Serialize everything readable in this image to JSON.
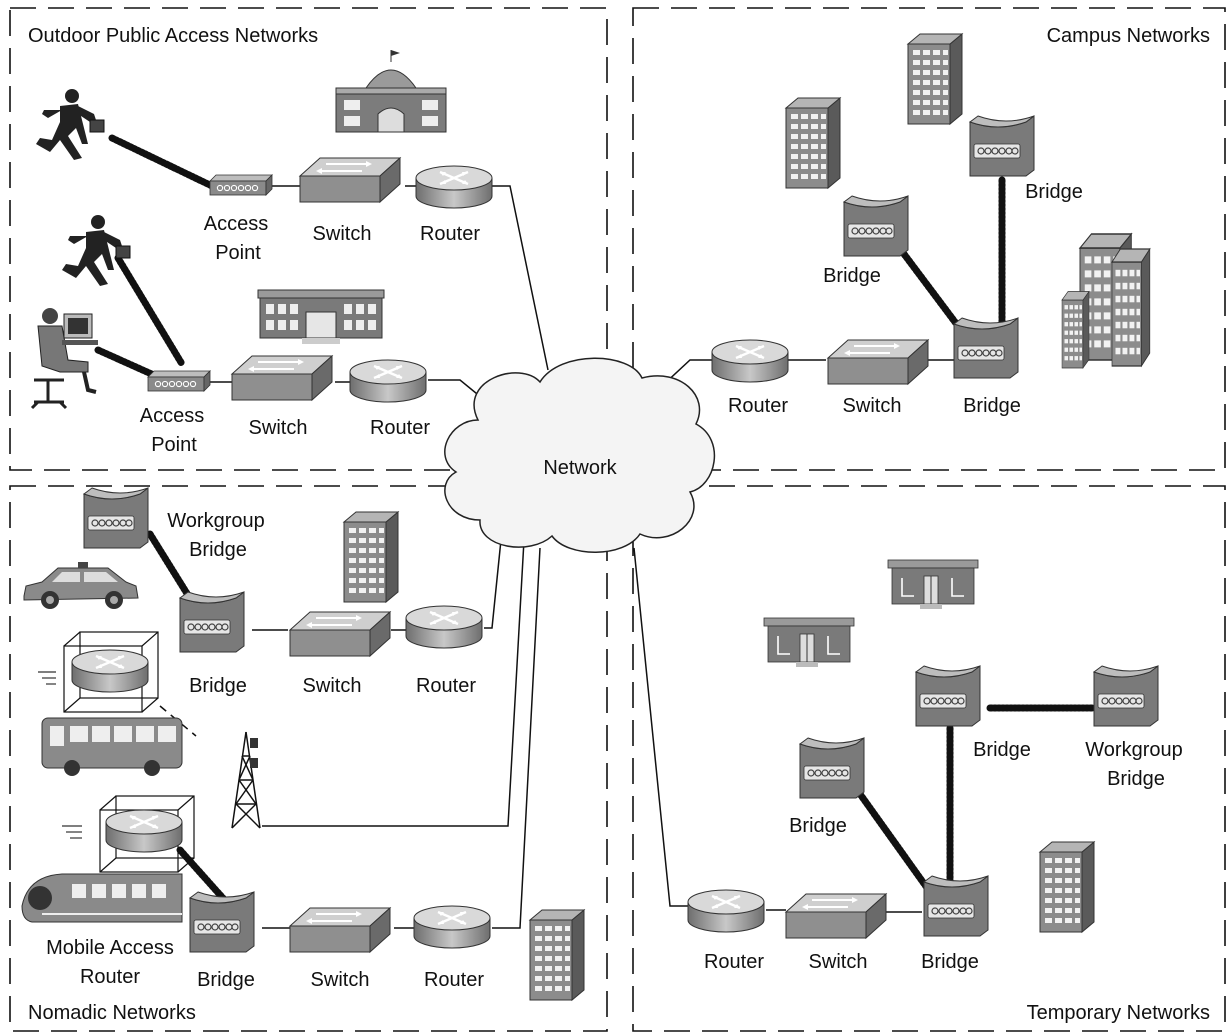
{
  "quadrants": {
    "outdoor": {
      "title": "Outdoor Public Access Networks"
    },
    "campus": {
      "title": "Campus Networks"
    },
    "nomadic": {
      "title": "Nomadic Networks"
    },
    "temporary": {
      "title": "Temporary Networks"
    }
  },
  "network_cloud": {
    "label": "Network"
  },
  "labels": {
    "access_point_1": [
      "Access",
      "Point"
    ],
    "switch_1": "Switch",
    "router_1": "Router",
    "access_point_2": [
      "Access",
      "Point"
    ],
    "switch_2": "Switch",
    "router_2": "Router",
    "campus_bridge_top": "Bridge",
    "campus_bridge_mid": "Bridge",
    "campus_router": "Router",
    "campus_switch": "Switch",
    "campus_bridge_bottom": "Bridge",
    "nomadic_workgroup_bridge": [
      "Workgroup",
      "Bridge"
    ],
    "nomadic_bridge_1": "Bridge",
    "nomadic_switch_1": "Switch",
    "nomadic_router_1": "Router",
    "mobile_access_router": [
      "Mobile Access",
      "Router"
    ],
    "nomadic_bridge_2": "Bridge",
    "nomadic_switch_2": "Switch",
    "nomadic_router_2": "Router",
    "temp_bridge_right": "Bridge",
    "temp_workgroup_bridge": [
      "Workgroup",
      "Bridge"
    ],
    "temp_bridge_left": "Bridge",
    "temp_router": "Router",
    "temp_switch": "Switch",
    "temp_bridge_bottom": "Bridge"
  },
  "icons": [
    "person-running-icon",
    "person-at-computer-icon",
    "building-icon",
    "router-icon",
    "switch-icon",
    "access-point-icon",
    "bridge-icon",
    "car-icon",
    "bus-icon",
    "train-icon",
    "radio-tower-icon",
    "network-cloud-icon"
  ]
}
